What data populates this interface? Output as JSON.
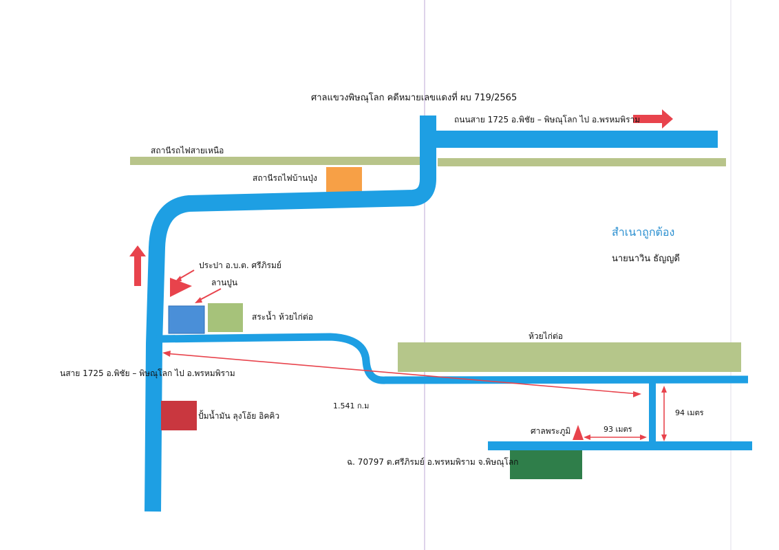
{
  "header": {
    "case_title": "ศาลแขวงพิษณุโลก  คดีหมายเลขแดงที่ ผบ 719/2565"
  },
  "roads": {
    "highway_top_label": "ถนนสาย 1725  อ.พิชัย – พิษณุโลก   ไป อ.พรหมพิราม",
    "highway_left_label": "นสาย 1725  อ.พิชัย – พิษณุโลก   ไป อ.พรหมพิราม"
  },
  "railway": {
    "label": "สถานีรถไฟสายเหนือ"
  },
  "places": {
    "station_ban_pung": "สถานีรถไฟบ้านปุ่ง",
    "water_supply": "ประปา อ.บ.ต. ศรีภิรมย์",
    "concrete_yard": "ลานปูน",
    "pond": "สระน้ำ ห้วยไก่ต่อ",
    "huai_kai_to": "ห้วยไก่ต่อ",
    "gas_station": "ปั้มน้ำมัน ลุงโอ้ย  อิคคิว",
    "spirit_house": "ศาลพระภูมิ",
    "land_deed": "ฉ. 70797  ต.ศรีภิรมย์  อ.พรหมพิราม  จ.พิษณุโลก"
  },
  "distances": {
    "total": "1.541  ก.ม",
    "to_shrine": "93  เมตร",
    "vertical": "94  เมตร"
  },
  "certification": {
    "stamp": "สำเนาถูกต้อง",
    "signer": "นายนาวิน  ธัญญดี"
  },
  "colors": {
    "road": "#1e9fe3",
    "railway": "#b8c48a",
    "station": "#f7a046",
    "arrow": "#e8434c",
    "water_supply_box": "#4a8fd8",
    "pond": "#a6c27a",
    "huai_kai_to": "#b5c68a",
    "gas_station": "#c9373f",
    "land_plot": "#2f7e4a",
    "stamp_text": "#2a8fd0",
    "fold_line": "#c9b6dd"
  }
}
